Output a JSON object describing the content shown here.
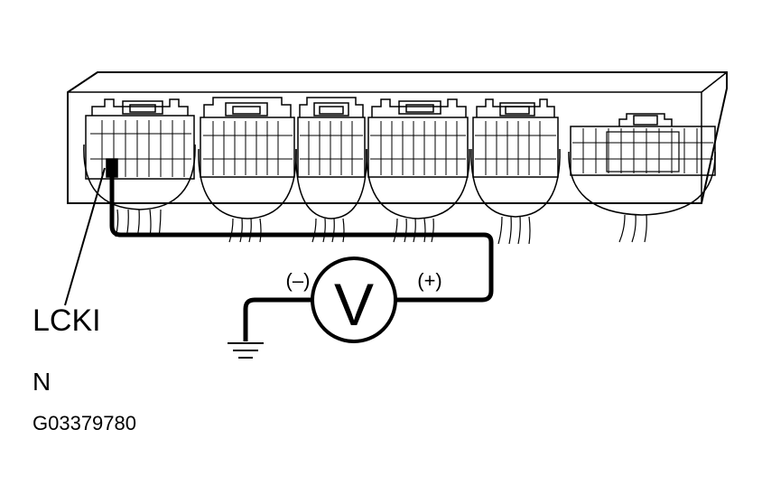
{
  "diagram": {
    "pin_label": "LCKI",
    "view_label": "N",
    "figure_code": "G03379780",
    "meter": {
      "symbol": "V",
      "negative_label": "(–)",
      "positive_label": "(+)"
    },
    "connectors": [
      {
        "id": "connector-1"
      },
      {
        "id": "connector-2"
      },
      {
        "id": "connector-3"
      },
      {
        "id": "connector-4"
      },
      {
        "id": "connector-5"
      },
      {
        "id": "connector-6"
      }
    ],
    "colors": {
      "line": "#000000",
      "background": "#ffffff"
    }
  }
}
